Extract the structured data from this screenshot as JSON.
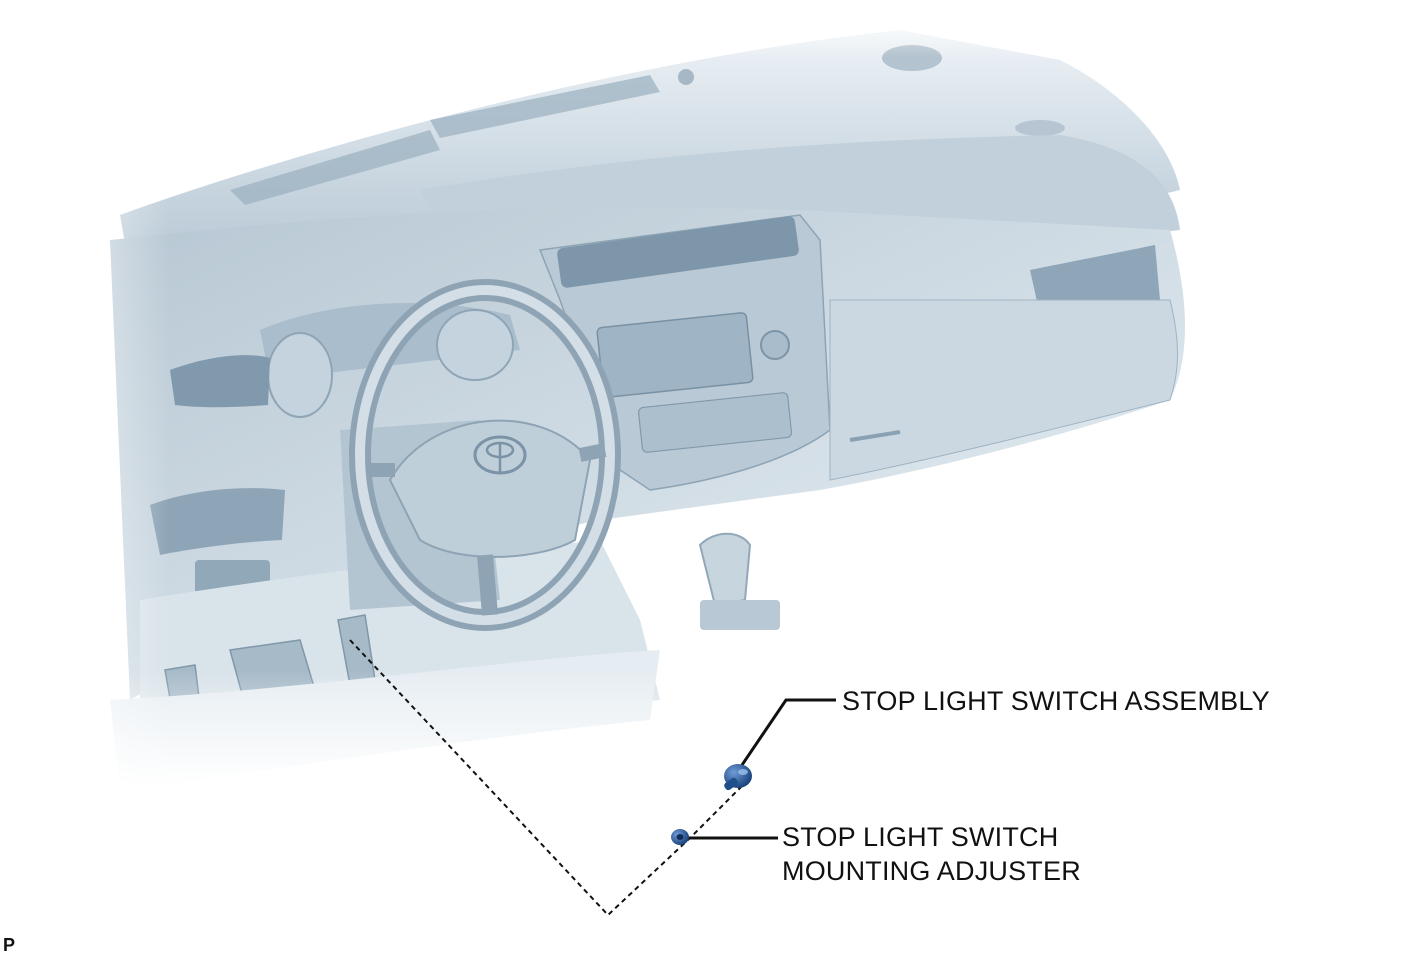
{
  "callouts": {
    "assembly": "STOP LIGHT SWITCH ASSEMBLY",
    "adjuster_line1": "STOP LIGHT SWITCH",
    "adjuster_line2": "MOUNTING ADJUSTER"
  },
  "corner_mark": "P",
  "colors": {
    "illustration_tint": "#9fb3c3",
    "part_blue": "#1f4f8a",
    "leader_line": "#111111"
  },
  "icons": [
    "steering-wheel-icon",
    "toyota-logo-icon",
    "stop-light-switch-icon",
    "mounting-adjuster-icon"
  ]
}
